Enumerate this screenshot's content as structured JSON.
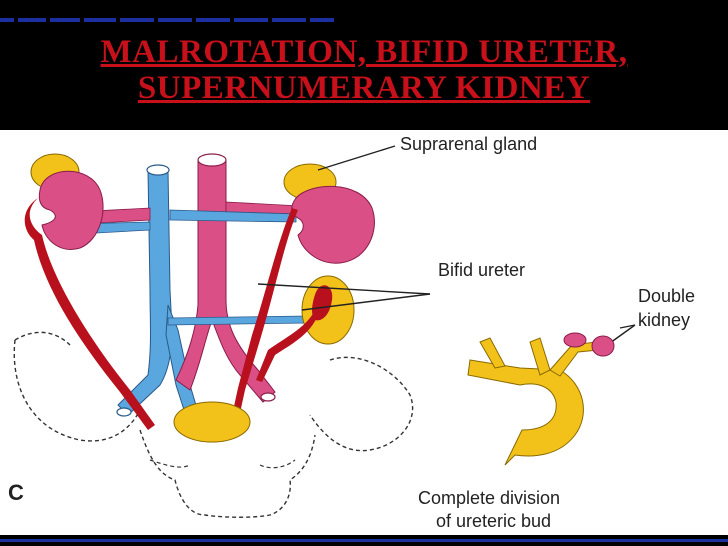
{
  "title": {
    "line1": "MALROTATION, BIFID URETER,",
    "line2": "SUPERNUMERARY KIDNEY"
  },
  "labels": {
    "suprarenal_gland": "Suprarenal gland",
    "bifid_ureter": "Bifid ureter",
    "double_kidney_1": "Double",
    "double_kidney_2": "kidney",
    "panel_letter": "C",
    "caption_1": "Complete division",
    "caption_2": "of ureteric bud"
  },
  "colors": {
    "background": "#000000",
    "title": "#c8101a",
    "accent_bar": "#1c2f9e",
    "kidney": "#d94f86",
    "adrenal": "#f2c21b",
    "vein": "#5aa6de",
    "artery": "#d94f86",
    "ureter": "#b8101c"
  }
}
